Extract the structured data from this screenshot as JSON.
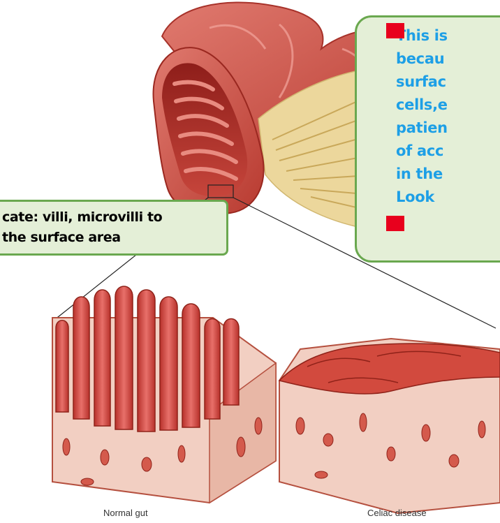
{
  "callout_right": {
    "lines": [
      "This is",
      "becau",
      "surfac",
      "cells,e",
      "patien",
      "of acc",
      "in the"
    ],
    "last_line": "Look"
  },
  "callout_left": {
    "lines": [
      "cate: villi, microvilli to",
      "the surface area"
    ]
  },
  "captions": {
    "normal": "Normal gut",
    "celiac": "Celiac disease"
  },
  "colors": {
    "callout_bg": "#e4efd7",
    "callout_border": "#6aa84f",
    "callout_text": "#1d9fe6",
    "bullet": "#e8001d",
    "tissue": "#c0392b"
  }
}
